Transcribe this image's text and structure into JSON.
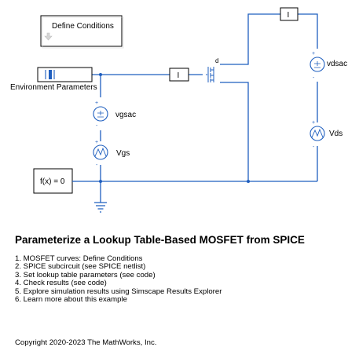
{
  "diagram": {
    "define_conditions_label": "Define Conditions",
    "environment_label": "Environment  Parameters",
    "vgsac_label": "vgsac",
    "vgs_label": "Vgs",
    "vdsac_label": "vdsac",
    "vds_label": "Vds",
    "fx_label": "f(x) = 0",
    "current_sensor_label": "I",
    "mosfet_drain_label": "d",
    "plus_sign": "+",
    "minus_sign": "-"
  },
  "description": {
    "title": "Parameterize a Lookup Table-Based MOSFET from SPICE",
    "steps": [
      "1. MOSFET curves: Define Conditions",
      "2. SPICE subcircuit (see SPICE netlist)",
      "3. Set lookup table parameters (see code)",
      "4. Check results (see code)",
      "5. Explore simulation results using Simscape Results Explorer",
      "6. Learn more about this example"
    ],
    "copyright": "Copyright 2020-2023 The MathWorks, Inc."
  },
  "colors": {
    "wire": "#1f5fbf",
    "block_border": "#000000",
    "source_border": "#1f5fbf"
  }
}
